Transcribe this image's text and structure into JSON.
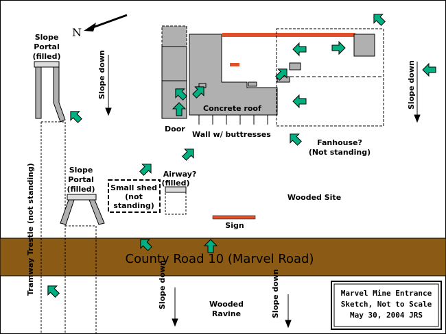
{
  "labels": {
    "slope_portal_top": [
      "Slope",
      "Portal",
      "(filled)"
    ],
    "slope_down_left": "Slope down",
    "slope_down_right": "Slope down",
    "slope_down_bottom_left": "Slope down",
    "slope_down_bottom_right": "Slope down",
    "concrete_roof": "Concrete roof",
    "door": "Door",
    "wall": "Wall w/ buttresses",
    "fanhouse": [
      "Fanhouse?",
      "(Not standing)"
    ],
    "slope_portal_mid": [
      "Slope",
      "Portal",
      "(filled)"
    ],
    "small_shed": [
      "Small shed",
      "(not",
      "standing)"
    ],
    "airway": [
      "Airway?",
      "(filled)"
    ],
    "wooded_site": "Wooded Site",
    "sign": "Sign",
    "road": "County Road 10 (Marvel Road)",
    "tramway": "Tramway Trestle (not standing)",
    "wooded_ravine": [
      "Wooded",
      "Ravine"
    ],
    "north": "N"
  },
  "legend": {
    "lines": [
      "Marvel Mine Entrance",
      "Sketch, Not to Scale",
      "May 30, 2004  JRS"
    ]
  },
  "colors": {
    "road": "#8B5A14",
    "building": "#b0b0b0",
    "red": "#e0502a",
    "arrow": "#00b080"
  }
}
